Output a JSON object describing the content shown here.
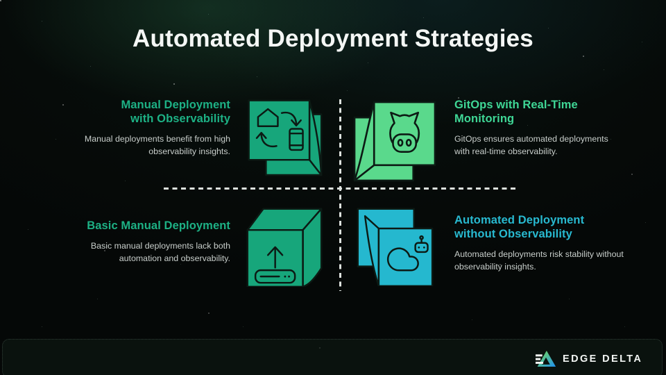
{
  "slide_title": "Automated Deployment Strategies",
  "quadrants": {
    "top_left": {
      "title_line1": "Manual Deployment",
      "title_line2": "with Observability",
      "description": "Manual deployments benefit from high observability insights.",
      "icon": "home-device-sync-icon",
      "accent_color": "#1db185",
      "cube_color": "#17a67b"
    },
    "top_right": {
      "title_line1": "GitOps with Real-Time",
      "title_line2": "Monitoring",
      "description": "GitOps ensures automated deployments with real-time observability.",
      "icon": "github-octocat-icon",
      "accent_color": "#3fd796",
      "cube_color": "#5ad98c"
    },
    "bottom_left": {
      "title_line1": "Basic Manual Deployment",
      "title_line2": "",
      "description": "Basic manual deployments lack both automation and observability.",
      "icon": "upload-server-icon",
      "accent_color": "#1db185",
      "cube_color": "#17a67b"
    },
    "bottom_right": {
      "title_line1": "Automated Deployment",
      "title_line2": "without Observability",
      "description": "Automated deployments risk stability without observability insights.",
      "icon": "cloud-robot-icon",
      "accent_color": "#28b9d0",
      "cube_color": "#25b8cf"
    }
  },
  "footer": {
    "logo_text": "EDGE DELTA",
    "logo_icon": "edge-delta-triangle-icon"
  },
  "colors": {
    "background": "#050807",
    "title_text": "#f4f7f5",
    "body_text": "#c8cecb",
    "divider": "#dde2de",
    "outline": "#0c1a14",
    "logo_gradient_top": "#7be04f",
    "logo_gradient_bottom": "#1e90f0"
  }
}
